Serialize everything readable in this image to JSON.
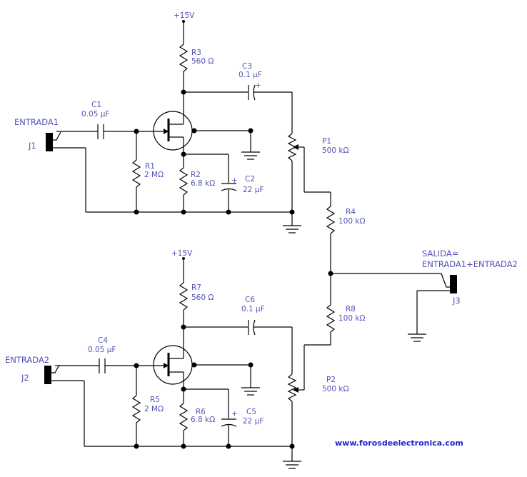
{
  "supply": {
    "upper": "+15V",
    "lower": "+15V"
  },
  "inputs": {
    "j1_label": "ENTRADA1",
    "j1_ref": "J1",
    "j2_label": "ENTRADA2",
    "j2_ref": "J2"
  },
  "output": {
    "line1": "SALIDA=",
    "line2": "ENTRADA1+ENTRADA2",
    "ref": "J3"
  },
  "components": {
    "C1": {
      "ref": "C1",
      "value": "0.05 µF"
    },
    "R1": {
      "ref": "R1",
      "value": "2 MΩ"
    },
    "R2": {
      "ref": "R2",
      "value": "6.8 kΩ"
    },
    "R3": {
      "ref": "R3",
      "value": "560 Ω"
    },
    "C2": {
      "ref": "C2",
      "value": "22 µF"
    },
    "C3": {
      "ref": "C3",
      "value": "0.1 µF"
    },
    "P1": {
      "ref": "P1",
      "value": "500 kΩ"
    },
    "R4": {
      "ref": "R4",
      "value": "100 kΩ"
    },
    "C4": {
      "ref": "C4",
      "value": "0.05 µF"
    },
    "R5": {
      "ref": "R5",
      "value": "2 MΩ"
    },
    "R6": {
      "ref": "R6",
      "value": "6.8 kΩ"
    },
    "R7": {
      "ref": "R7",
      "value": "560 Ω"
    },
    "C5": {
      "ref": "C5",
      "value": "22 µF"
    },
    "C6": {
      "ref": "C6",
      "value": "0.1 µF"
    },
    "P2": {
      "ref": "P2",
      "value": "500 kΩ"
    },
    "R8": {
      "ref": "R8",
      "value": "100 kΩ"
    }
  },
  "credit": "www.forosdeelectronica.com",
  "colors": {
    "label": "#5252b8",
    "wire": "#000000",
    "credit": "#2222cc"
  }
}
